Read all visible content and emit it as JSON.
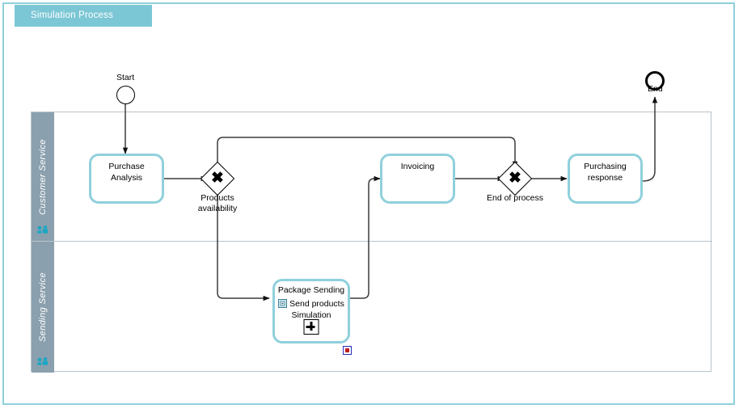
{
  "diagram": {
    "title": "Simulation Process",
    "title_bar_color": "#7cc7d5",
    "canvas_border_color": "#8fd0dc",
    "lane_header_color": "#8ba0ae",
    "task_border_color": "#8fd0dc"
  },
  "lanes": [
    {
      "label": "Customer Service",
      "icon": "people-icon"
    },
    {
      "label": "Sending Service",
      "icon": "people-icon"
    }
  ],
  "events": [
    {
      "id": "start",
      "label": "Start",
      "type": "start-event"
    },
    {
      "id": "end",
      "label": "End",
      "type": "end-event"
    }
  ],
  "gateways": [
    {
      "id": "gw-products",
      "label": "Products availability",
      "type": "exclusive-gateway",
      "symbol": "✖"
    },
    {
      "id": "gw-end",
      "label": "End of process",
      "type": "exclusive-gateway",
      "symbol": "✖"
    }
  ],
  "tasks": [
    {
      "id": "purchase-analysis",
      "line1": "Purchase",
      "line2": "Analysis"
    },
    {
      "id": "invoicing",
      "line1": "Invoicing",
      "line2": ""
    },
    {
      "id": "purchasing-response",
      "line1": "Purchasing",
      "line2": "response"
    }
  ],
  "subprocess": {
    "id": "package-sending",
    "title": "Package Sending",
    "inner_line1": "Send products",
    "inner_line2": "Simulation",
    "marker": "collapsed-plus",
    "badge": "simulation-badge",
    "icon": "simulation-icon"
  },
  "chart_data": {
    "type": "diagram",
    "notation": "BPMN",
    "nodes": [
      {
        "id": "start",
        "kind": "start-event",
        "label": "Start",
        "lane": "Customer Service"
      },
      {
        "id": "purchase-analysis",
        "kind": "task",
        "label": "Purchase Analysis",
        "lane": "Customer Service"
      },
      {
        "id": "gw-products",
        "kind": "exclusive-gateway",
        "label": "Products availability",
        "lane": "Customer Service"
      },
      {
        "id": "package-sending",
        "kind": "collapsed-subprocess",
        "label": "Package Sending",
        "lane": "Sending Service"
      },
      {
        "id": "invoicing",
        "kind": "task",
        "label": "Invoicing",
        "lane": "Customer Service"
      },
      {
        "id": "gw-end",
        "kind": "exclusive-gateway",
        "label": "End of process",
        "lane": "Customer Service"
      },
      {
        "id": "purchasing-response",
        "kind": "task",
        "label": "Purchasing response",
        "lane": "Customer Service"
      },
      {
        "id": "end",
        "kind": "end-event",
        "label": "End",
        "lane": "Customer Service"
      }
    ],
    "edges": [
      {
        "from": "start",
        "to": "purchase-analysis"
      },
      {
        "from": "purchase-analysis",
        "to": "gw-products"
      },
      {
        "from": "gw-products",
        "to": "gw-end"
      },
      {
        "from": "gw-products",
        "to": "package-sending"
      },
      {
        "from": "package-sending",
        "to": "invoicing"
      },
      {
        "from": "invoicing",
        "to": "gw-end"
      },
      {
        "from": "gw-end",
        "to": "purchasing-response"
      },
      {
        "from": "purchasing-response",
        "to": "end"
      }
    ]
  }
}
